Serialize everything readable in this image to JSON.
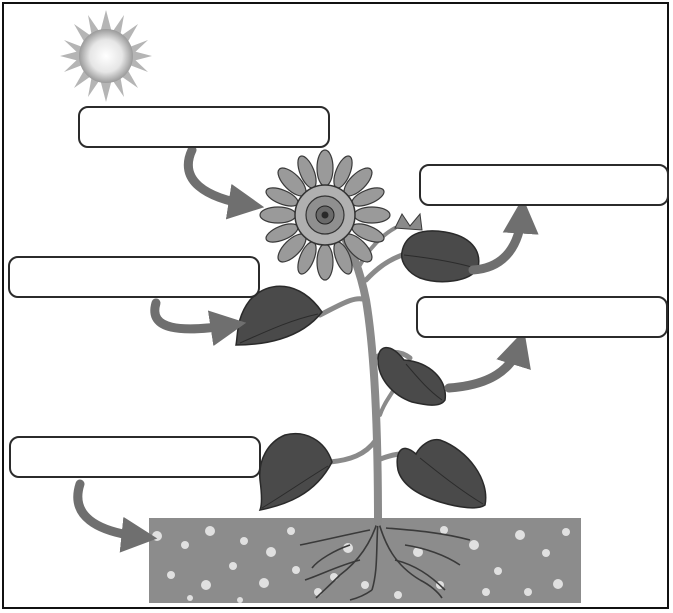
{
  "diagram": {
    "subject": "sunflower plant",
    "parts_shown": [
      "sun",
      "flower",
      "leaves",
      "stem",
      "roots",
      "soil"
    ],
    "label_boxes": [
      {
        "id": "box-top-left",
        "text": ""
      },
      {
        "id": "box-top-right",
        "text": ""
      },
      {
        "id": "box-mid-left",
        "text": ""
      },
      {
        "id": "box-mid-right",
        "text": ""
      },
      {
        "id": "box-bottom-left",
        "text": ""
      }
    ],
    "colors": {
      "leaf": "#4a4a4a",
      "stem": "#8a8a8a",
      "petal": "#9a9a9a",
      "soil": "#8c8c8c",
      "arrow": "#6f6f6f",
      "sun_core": "#f2f2f2",
      "sun_rays": "#b5b5b5"
    }
  }
}
